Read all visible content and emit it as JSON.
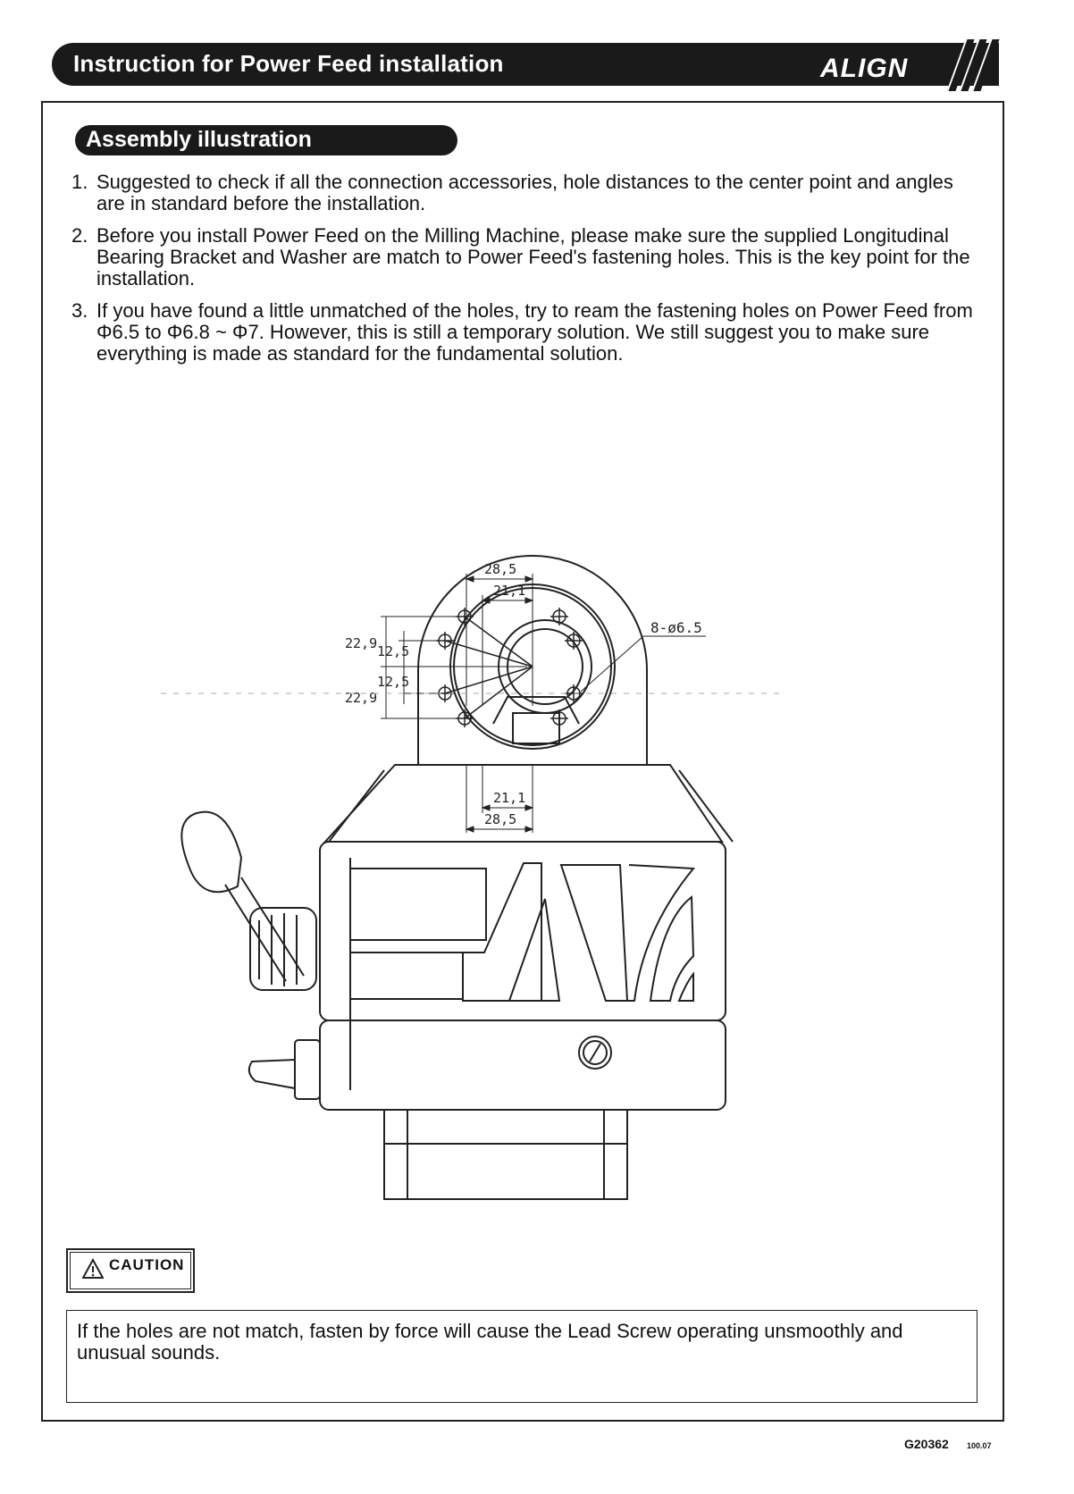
{
  "header": {
    "title": "Instruction for Power Feed installation",
    "brand": "ALIGN"
  },
  "section": {
    "title": "Assembly illustration"
  },
  "instructions": [
    {
      "num": "1.",
      "text": "Suggested to check if all the connection accessories, hole distances to the center point and angles are in standard before the installation."
    },
    {
      "num": "2.",
      "text": "Before you install Power Feed on the Milling Machine, please make sure the supplied Longitudinal Bearing Bracket and Washer are match to Power Feed's fastening holes. This is the key point for the installation."
    },
    {
      "num": "3.",
      "text": "If you have found a little unmatched of the holes, try to ream the fastening holes on Power Feed from Φ6.5 to Φ6.8 ~ Φ7. However, this is still a temporary solution. We still suggest you to make sure everything is made as standard for the fundamental solution."
    }
  ],
  "drawing": {
    "dim_top_outer": "28,5",
    "dim_top_inner": "21,1",
    "dim_bottom_inner": "21,1",
    "dim_bottom_outer": "28,5",
    "dim_left_upper_outer": "22,9",
    "dim_left_upper_inner": "12,5",
    "dim_left_lower_inner": "12,5",
    "dim_left_lower_outer": "22,9",
    "hole_spec": "8-ø6.5"
  },
  "caution": {
    "label": "CAUTION",
    "text": "If the holes are not match, fasten by force will cause the Lead Screw operating unsmoothly and unusual sounds."
  },
  "footer": {
    "code": "G20362",
    "version": "100.07"
  }
}
